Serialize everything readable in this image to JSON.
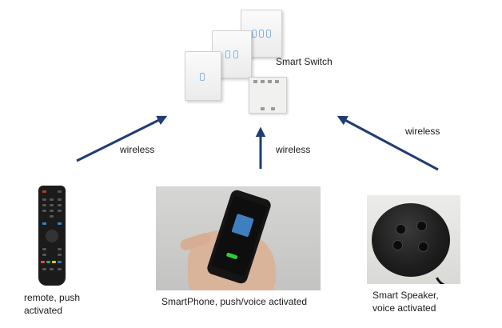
{
  "switch_label": "Smart Switch",
  "arrows": {
    "left_label": "wireless",
    "center_label": "wireless",
    "right_label": "wireless",
    "color": "#1f3d73"
  },
  "devices": {
    "remote": {
      "line1": "remote, push",
      "line2": "activated"
    },
    "phone": {
      "label": "SmartPhone, push/voice activated"
    },
    "speaker": {
      "line1": "Smart Speaker,",
      "line2": "voice activated"
    }
  }
}
